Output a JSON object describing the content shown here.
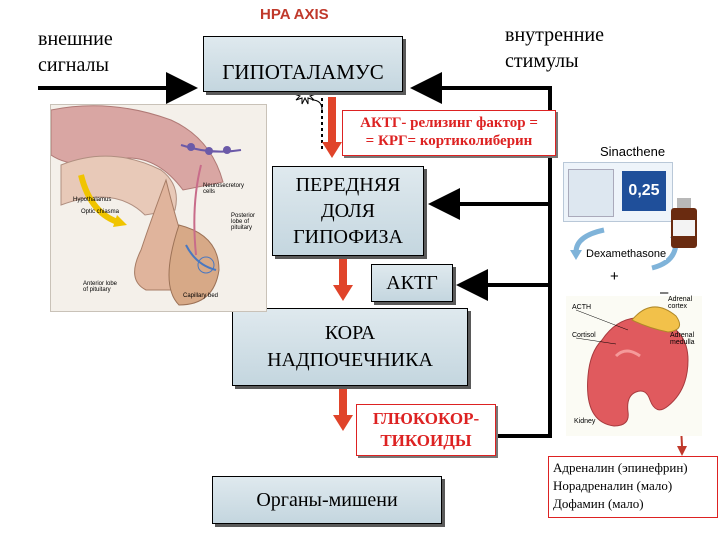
{
  "title": "HPA AXIS",
  "external_signals": "внешние\nсигналы",
  "internal_stimuli": "внутренние\nстимулы",
  "hypothalamus": "ГИПОТАЛАМУС",
  "acth_rf": "АКТГ- релизинг фактор =\n= КРГ= кортиколиберин",
  "anterior_pituitary": "ПЕРЕДНЯЯ\nДОЛЯ\nГИПОФИЗА",
  "acth": "АКТГ",
  "adrenal_cortex": "КОРА\nНАДПОЧЕЧНИКА",
  "glucocorticoids": "ГЛЮКОКОР-\nТИКОИДЫ",
  "target_organs": "Органы-мишени",
  "sinacthene": "Sinacthene",
  "dexamethasone": "Dexamethasone",
  "plus_sign": "+",
  "minus_sign": "–",
  "brain_labels": {
    "hypothalamus": "Hypothalamus",
    "optic_chiasma": "Optic chiasma",
    "anterior_lobe": "Anterior lobe\nof pituitary",
    "neurosecretory": "Neurosecretory\ncells",
    "posterior_lobe": "Posterior\nlobe of\npituitary",
    "capillary_bed": "Capillary bed"
  },
  "kidney_labels": {
    "acth": "ACTH",
    "cortisol": "Cortisol",
    "adrenal_cortex": "Adrenal\ncortex",
    "adrenal_medulla": "Adrenal\nmedulla",
    "kidney": "Kidney"
  },
  "medulla_hormones": "Адреналин (эпинефрин)\nНорадреналин (мало)\nДофамин (мало)",
  "colors": {
    "box_fill": "#cfdee6",
    "arrow_red": "#e0442a",
    "line_black": "#000000"
  }
}
